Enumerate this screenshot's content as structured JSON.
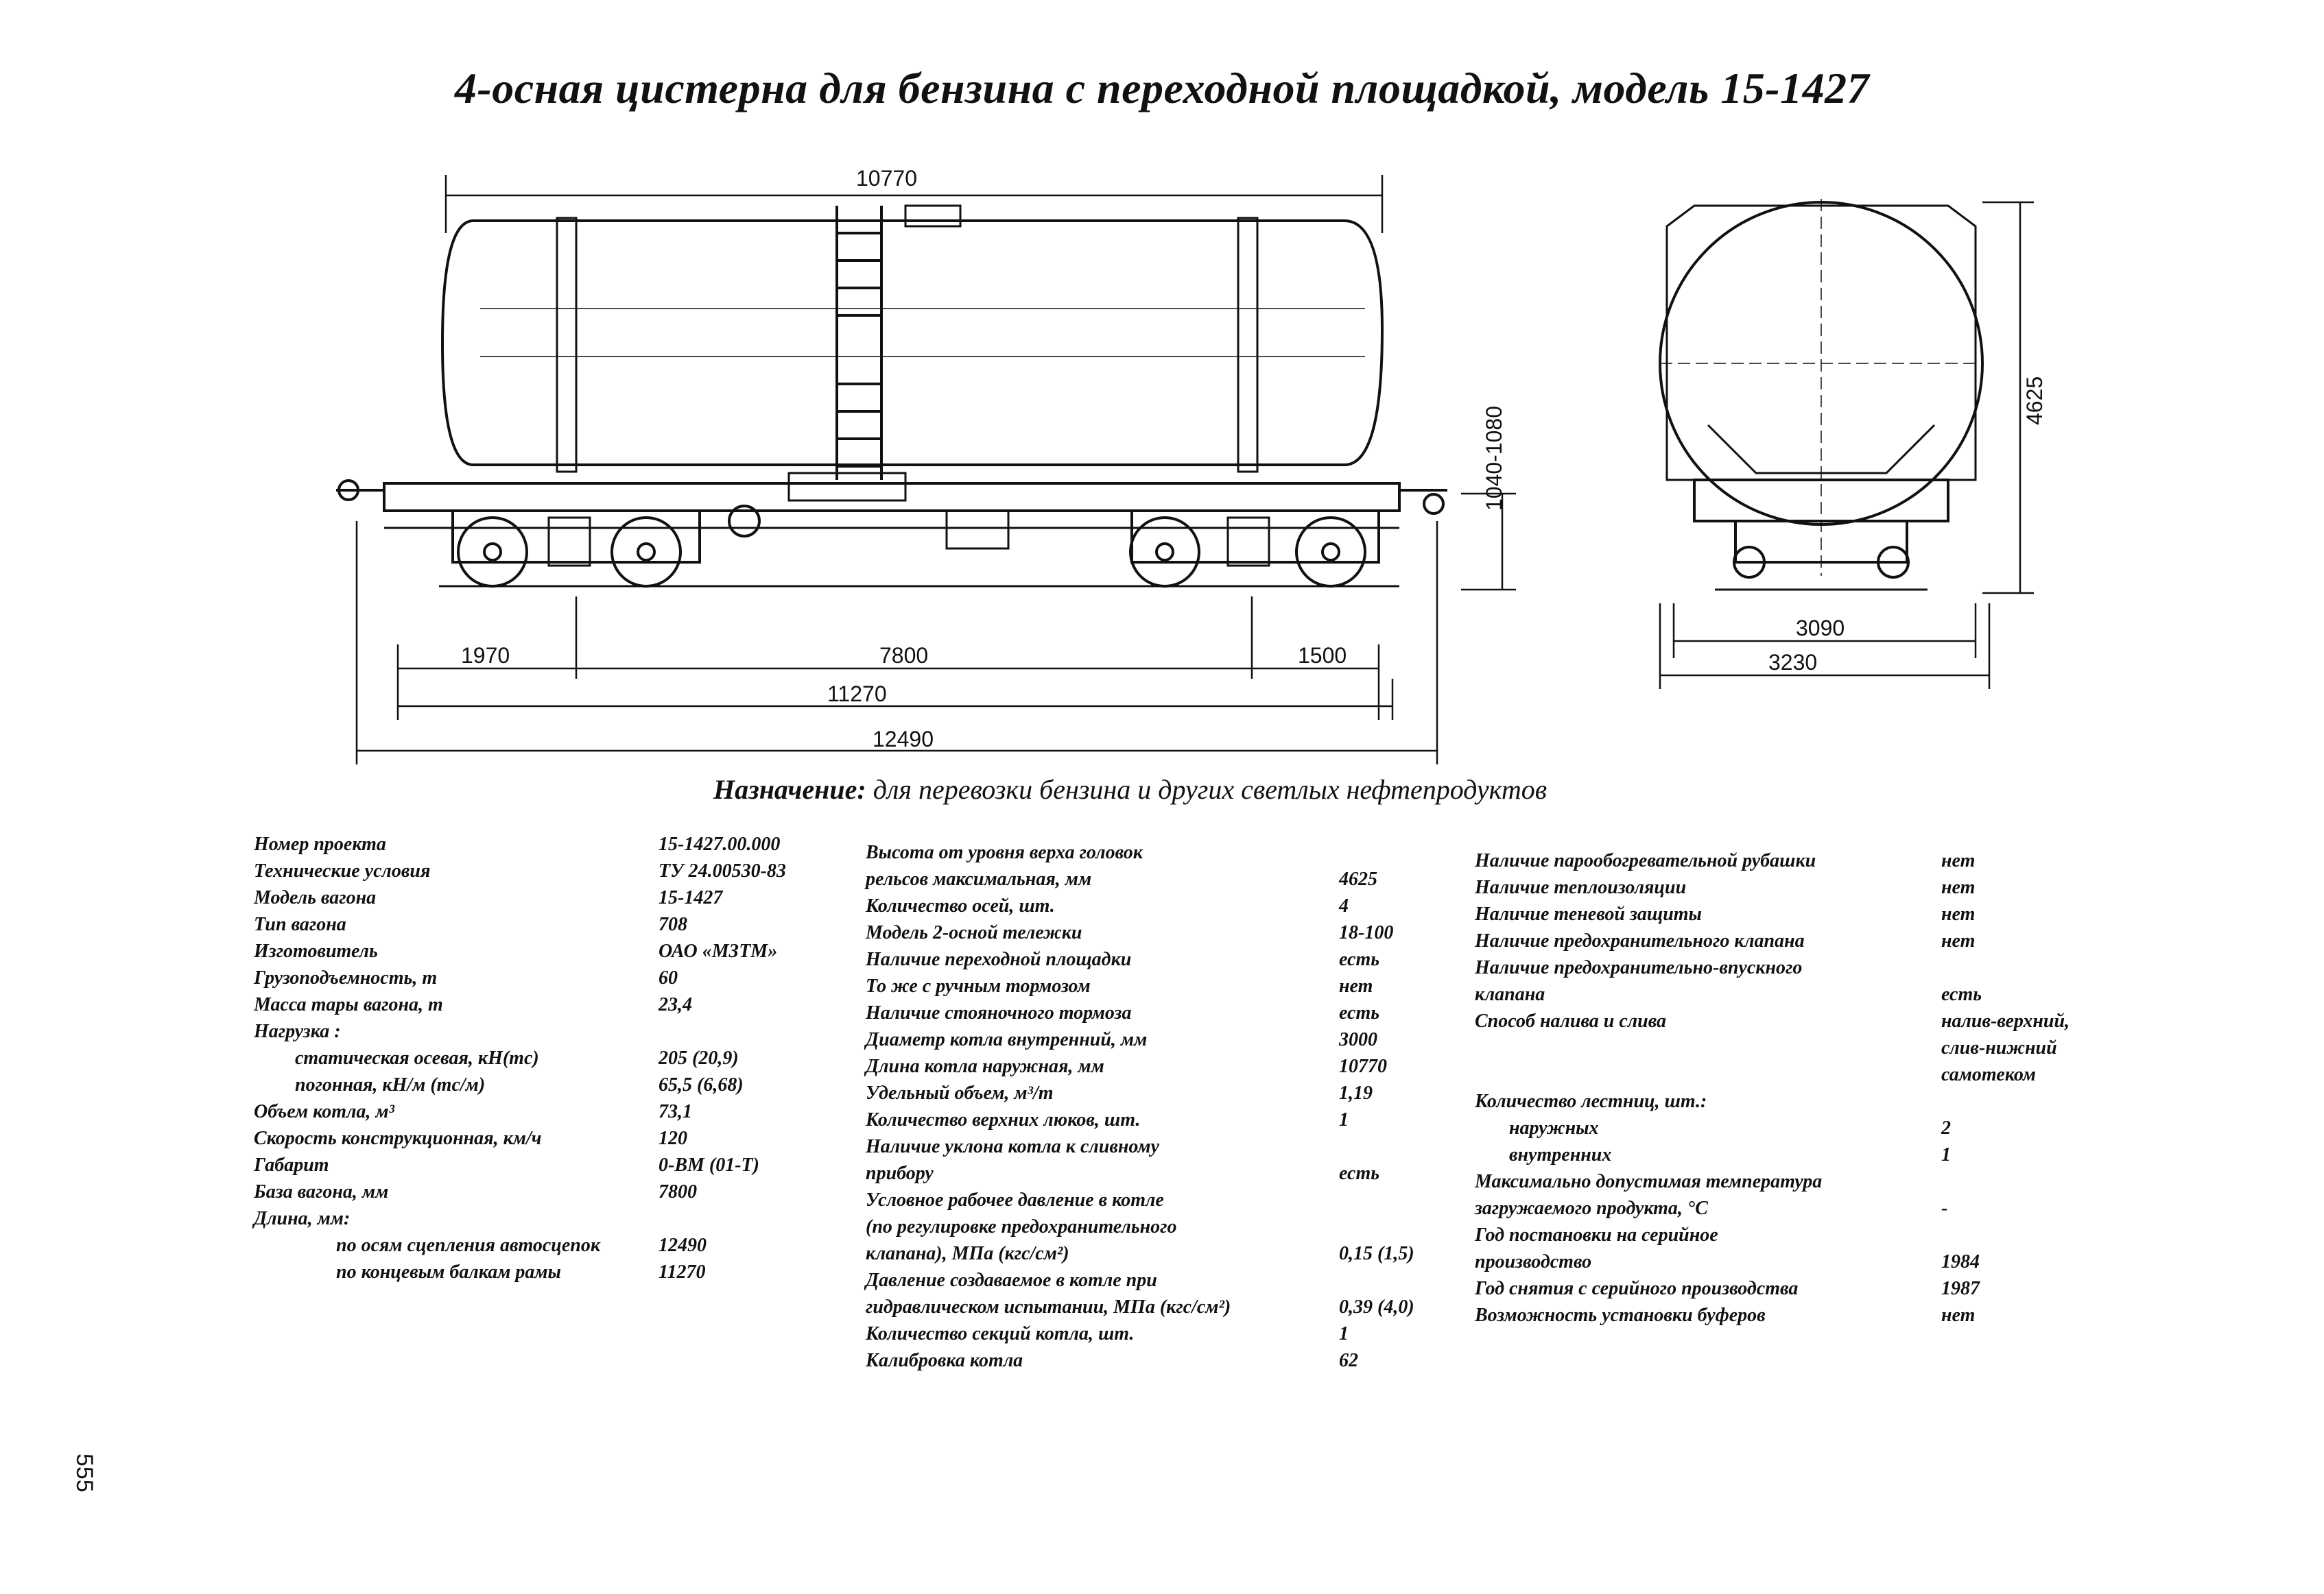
{
  "title": "4-осная цистерна для бензина с переходной площадкой, модель 15-1427",
  "dimensions": {
    "d10770": "10770",
    "d1040_1080": "1040-1080",
    "d4625": "4625",
    "d1970": "1970",
    "d7800": "7800",
    "d1500": "1500",
    "d11270": "11270",
    "d12490": "12490",
    "d3090": "3090",
    "d3230": "3230"
  },
  "purpose": {
    "label": "Назначение:",
    "text": " для перевозки бензина и других светлых нефтепродуктов"
  },
  "col1": [
    {
      "k": "Номер проекта",
      "v": "15-1427.00.000",
      "indent": 0
    },
    {
      "k": "Технические условия",
      "v": "ТУ 24.00530-83",
      "indent": 0
    },
    {
      "k": "Модель вагона",
      "v": "15-1427",
      "indent": 0
    },
    {
      "k": "Тип вагона",
      "v": "708",
      "indent": 0
    },
    {
      "k": "Изготовитель",
      "v": "ОАО «МЗТМ»",
      "indent": 0
    },
    {
      "k": "Грузоподъемность, т",
      "v": "60",
      "indent": 0
    },
    {
      "k": "Масса тары вагона, т",
      "v": "23,4",
      "indent": 0
    },
    {
      "k": "Нагрузка :",
      "v": "",
      "indent": 0
    },
    {
      "k": "статическая осевая, кН(тс)",
      "v": "205 (20,9)",
      "indent": 1
    },
    {
      "k": "погонная, кН/м (тс/м)",
      "v": "65,5 (6,68)",
      "indent": 1
    },
    {
      "k": "Объем котла, м³",
      "v": "73,1",
      "indent": 0
    },
    {
      "k": "Скорость конструкционная, км/ч",
      "v": "120",
      "indent": 0
    },
    {
      "k": "Габарит",
      "v": "0-ВМ (01-Т)",
      "indent": 0
    },
    {
      "k": "База вагона, мм",
      "v": "7800",
      "indent": 0
    },
    {
      "k": "Длина, мм:",
      "v": "",
      "indent": 0
    },
    {
      "k": "по осям сцепления автосцепок",
      "v": "12490",
      "indent": 2
    },
    {
      "k": "по концевым балкам рамы",
      "v": "11270",
      "indent": 2
    }
  ],
  "col2": [
    {
      "k": "Высота от уровня верха головок",
      "v": ""
    },
    {
      "k": "рельсов максимальная, мм",
      "v": "4625"
    },
    {
      "k": "Количество осей, шт.",
      "v": "4"
    },
    {
      "k": "Модель 2-осной тележки",
      "v": "18-100"
    },
    {
      "k": "Наличие переходной площадки",
      "v": "есть"
    },
    {
      "k": "То же с ручным тормозом",
      "v": "нет"
    },
    {
      "k": "Наличие стояночного тормоза",
      "v": "есть"
    },
    {
      "k": "Диаметр котла внутренний, мм",
      "v": "3000"
    },
    {
      "k": "Длина котла наружная, мм",
      "v": "10770"
    },
    {
      "k": "Удельный объем, м³/т",
      "v": "1,19"
    },
    {
      "k": "Количество верхних люков, шт.",
      "v": "1"
    },
    {
      "k": "Наличие уклона котла к сливному",
      "v": ""
    },
    {
      "k": "прибору",
      "v": "есть"
    },
    {
      "k": "Условное рабочее давление в котле",
      "v": ""
    },
    {
      "k": "(по регулировке предохранительного",
      "v": ""
    },
    {
      "k": "клапана), МПа (кгс/см²)",
      "v": "0,15 (1,5)"
    },
    {
      "k": "Давление создаваемое в котле при",
      "v": ""
    },
    {
      "k": "гидравлическом испытании, МПа (кгс/см²)",
      "v": "0,39 (4,0)"
    },
    {
      "k": "Количество секций котла, шт.",
      "v": "1"
    },
    {
      "k": "Калибровка котла",
      "v": "62"
    }
  ],
  "col3": [
    {
      "k": "Наличие парообогревательной рубашки",
      "v": "нет",
      "indent": 0
    },
    {
      "k": "Наличие теплоизоляции",
      "v": "нет",
      "indent": 0
    },
    {
      "k": "Наличие теневой защиты",
      "v": "нет",
      "indent": 0
    },
    {
      "k": "Наличие предохранительного клапана",
      "v": "нет",
      "indent": 0
    },
    {
      "k": "Наличие предохранительно-впускного",
      "v": "",
      "indent": 0
    },
    {
      "k": "клапана",
      "v": "есть",
      "indent": 0
    },
    {
      "k": "Способ налива и слива",
      "v": "налив-верхний,",
      "indent": 0
    },
    {
      "k": "",
      "v": "слив-нижний",
      "indent": 0
    },
    {
      "k": "",
      "v": "самотеком",
      "indent": 0
    },
    {
      "k": "Количество лестниц, шт.:",
      "v": "",
      "indent": 0
    },
    {
      "k": "наружных",
      "v": "2",
      "indent": 1
    },
    {
      "k": "внутренних",
      "v": "1",
      "indent": 1
    },
    {
      "k": "Максимально допустимая температура",
      "v": "",
      "indent": 0
    },
    {
      "k": "загружаемого продукта, °С",
      "v": "-",
      "indent": 0
    },
    {
      "k": "Год постановки на серийное",
      "v": "",
      "indent": 0
    },
    {
      "k": "производство",
      "v": "1984",
      "indent": 0
    },
    {
      "k": "Год снятия с серийного производства",
      "v": "1987",
      "indent": 0
    },
    {
      "k": "Возможность установки буферов",
      "v": "нет",
      "indent": 0
    }
  ],
  "page_number": "555"
}
